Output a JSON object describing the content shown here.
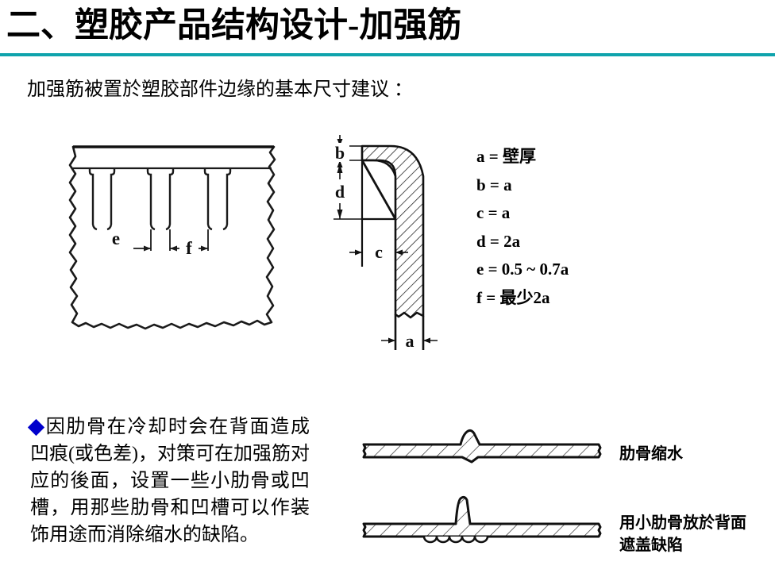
{
  "slide": {
    "title": "二、塑胶产品结构设计-加强筋",
    "rule_color": "#0fa3ac",
    "subtitle": "加强筋被置於塑胶部件边缘的基本尺寸建议 ："
  },
  "figures": {
    "top_view": {
      "name": "ribs-top-view",
      "dimension_labels": [
        "e",
        "f"
      ]
    },
    "cross_section": {
      "name": "rib-cross-section",
      "dimension_labels": [
        "b",
        "d",
        "c",
        "a"
      ]
    }
  },
  "formulas": [
    {
      "left": "a",
      "op": "=",
      "right": "壁厚"
    },
    {
      "left": "b",
      "op": "=",
      "right": "a"
    },
    {
      "left": "c",
      "op": "=",
      "right": "a"
    },
    {
      "left": "d",
      "op": "=",
      "right": "2a"
    },
    {
      "left": "e",
      "op": "=",
      "right": "0.5 ~ 0.7a"
    },
    {
      "left": "f",
      "op": "=",
      "right": "最少2a"
    }
  ],
  "formula_lines": [
    "a = 壁厚",
    "b = a",
    "c = a",
    "d = 2a",
    "e = 0.5 ~ 0.7a",
    "f = 最少2a"
  ],
  "note": {
    "bullet": "diamond-bullet",
    "bullet_color": "#0000cc",
    "text": "因肋骨在冷却时会在背面造成凹痕(或色差)，对策可在加强筋对应的後面，设置一些小肋骨或凹槽，用那些肋骨和凹槽可以作装饰用途而消除缩水的缺陷。"
  },
  "lower_figures": {
    "sink": {
      "name": "rib-sink-mark-diagram",
      "label": "肋骨缩水"
    },
    "fix": {
      "name": "small-ribs-backface-diagram",
      "label_line1": "用小肋骨放於背面",
      "label_line2": "遮盖缺陷"
    }
  }
}
